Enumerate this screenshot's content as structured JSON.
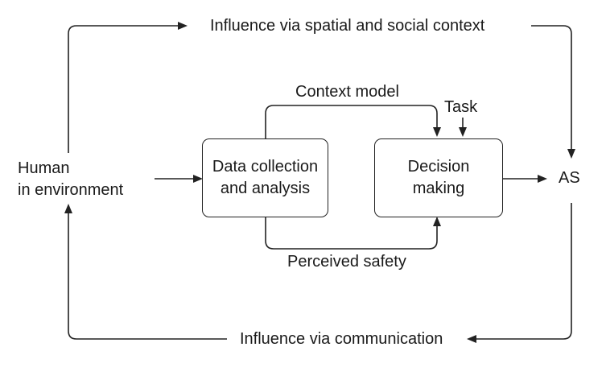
{
  "nodes": {
    "human": {
      "line1": "Human",
      "line2": "in environment"
    },
    "data_collection": {
      "line1": "Data collection",
      "line2": "and analysis"
    },
    "decision_making": {
      "line1": "Decision",
      "line2": "making"
    },
    "as": {
      "label": "AS"
    }
  },
  "edges": {
    "spatial_social": "Influence via spatial and social context",
    "context_model": "Context model",
    "task": "Task",
    "perceived_safety": "Perceived safety",
    "communication": "Influence via communication"
  }
}
